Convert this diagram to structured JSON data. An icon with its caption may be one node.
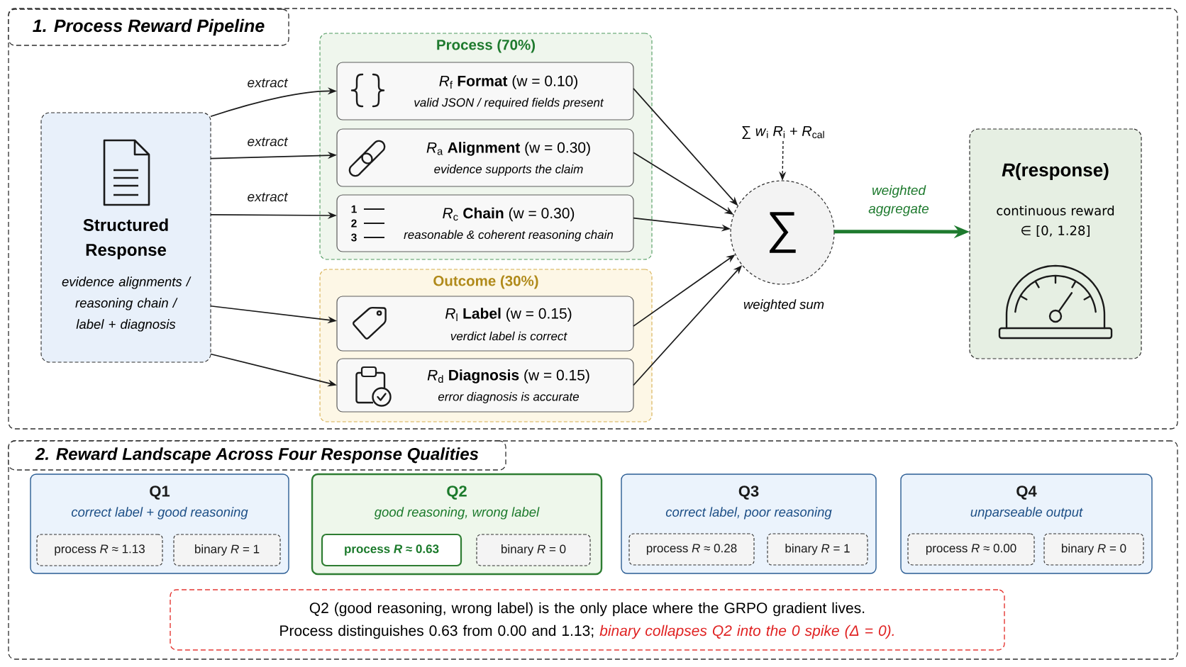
{
  "diagram": {
    "nodes": [
      {
        "text": [
          "1. Process Reward Pipeline"
        ]
      },
      {
        "text": [
          "Structured Response",
          "evidence alignments / reasoning chain / label + diagnosis"
        ],
        "in": 0
      },
      {
        "text": [
          "Process (70%)"
        ],
        "in": 0
      },
      {
        "text": [
          "*R*$_{f}$ **Format** (w = 0.10)",
          "valid JSON / required fields present"
        ],
        "in": 2
      },
      {
        "text": [
          "*R*$_{a}$ **Alignment** (w = 0.30)",
          "evidence supports the claim"
        ],
        "in": 2
      },
      {
        "text": [
          "*R*$_{c}$ **Chain** (w = 0.30)",
          "reasonable & coherent reasoning chain"
        ],
        "in": 2
      },
      {
        "text": [
          "Outcome (30%)"
        ],
        "in": 0
      },
      {
        "text": [
          "*R*$_{l}$ **Label** (w = 0.15)",
          "verdict label is correct"
        ],
        "in": 6
      },
      {
        "text": [
          "*R*$_{d}$ **Diagnosis** (w = 0.15)",
          "error diagnosis is accurate"
        ],
        "in": 6
      },
      {
        "text": [
          "∑ *w*$_{i}$ *R*$_{i}$ + *R*$_{cal}$"
        ],
        "in": 0
      },
      {
        "text": [
          "∑"
        ],
        "beside": [
          "weighted sum"
        ],
        "in": 0
      },
      {
        "text": [
          "*R*(response)",
          "continuous reward ∈ [0, 1.28]"
        ],
        "in": 0
      },
      {
        "text": [
          "2. Reward Landscape Across Four Response Qualities"
        ]
      },
      {
        "text": [
          "Q1",
          "correct label + good reasoning"
        ],
        "in": 12
      },
      {
        "text": [
          "process *R* ≈ 1.13"
        ],
        "in": 13
      },
      {
        "text": [
          "binary *R* = 1"
        ],
        "in": 13
      },
      {
        "text": [
          "Q2",
          "good reasoning, wrong label"
        ],
        "in": 12
      },
      {
        "text": [
          "process *R* ≈ 0.63"
        ],
        "in": 16
      },
      {
        "text": [
          "binary *R* = 0"
        ],
        "in": 16
      },
      {
        "text": [
          "Q3",
          "correct label, poor reasoning"
        ],
        "in": 12
      },
      {
        "text": [
          "process *R* ≈ 0.28"
        ],
        "in": 19
      },
      {
        "text": [
          "binary *R* = 1"
        ],
        "in": 19
      },
      {
        "text": [
          "Q4",
          "unparseable output"
        ],
        "in": 12
      },
      {
        "text": [
          "process *R* ≈ 0.00"
        ],
        "in": 22
      },
      {
        "text": [
          "binary *R* = 0"
        ],
        "in": 22
      },
      {
        "text": [
          "Q2 (good reasoning, wrong label) is the only place where the GRPO gradient lives.",
          "Process distinguishes 0.63 from 0.00 and 1.13;",
          "binary collapses Q2 into the 0 spike (Δ = 0)."
        ],
        "in": 12
      }
    ],
    "edges": [
      {
        "from": 1,
        "to": 3,
        "arrow": "to",
        "label": "extract"
      },
      {
        "from": 1,
        "to": 4,
        "arrow": "to",
        "label": "extract"
      },
      {
        "from": 1,
        "to": 5,
        "arrow": "to",
        "label": "extract"
      },
      {
        "from": 1,
        "to": 7,
        "arrow": "to"
      },
      {
        "from": 1,
        "to": 8,
        "arrow": "to"
      },
      {
        "from": 3,
        "to": 10,
        "arrow": "to"
      },
      {
        "from": 4,
        "to": 10,
        "arrow": "to"
      },
      {
        "from": 5,
        "to": 10,
        "arrow": "to"
      },
      {
        "from": 7,
        "to": 10,
        "arrow": "to"
      },
      {
        "from": 8,
        "to": 10,
        "arrow": "to"
      },
      {
        "from": 9,
        "to": 10,
        "arrow": "to",
        "style": "dashed"
      },
      {
        "from": 10,
        "to": 11,
        "arrow": "to",
        "label": "weighted aggregate",
        "style": "thick",
        "color": "#1e7a2e"
      }
    ],
    "labels": [
      "1",
      "2",
      "3"
    ]
  }
}
